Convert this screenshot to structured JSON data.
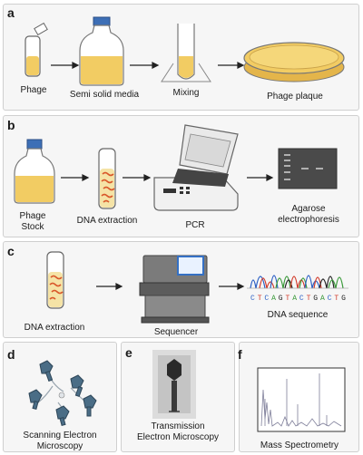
{
  "panels": {
    "a": {
      "letter": "a",
      "labels": {
        "phage": "Phage",
        "semi_solid_media": "Semi solid media",
        "mixing": "Mixing",
        "phage_plaque": "Phage plaque"
      }
    },
    "b": {
      "letter": "b",
      "labels": {
        "phage_stock_line1": "Phage",
        "phage_stock_line2": "Stock",
        "dna_extraction": "DNA extraction",
        "pcr": "PCR",
        "agarose_line1": "Agarose",
        "agarose_line2": "electrophoresis"
      }
    },
    "c": {
      "letter": "c",
      "labels": {
        "dna_extraction": "DNA extraction",
        "sequencer": "Sequencer",
        "dna_sequence": "DNA sequence"
      },
      "sequence_letters": [
        "C",
        "T",
        "C",
        "A",
        "G",
        "T",
        "A",
        "C",
        "T",
        "G",
        "A",
        "C",
        "T",
        "G"
      ]
    },
    "d": {
      "letter": "d",
      "labels": {
        "sem_line1": "Scanning Electron",
        "sem_line2": "Microscopy"
      }
    },
    "e": {
      "letter": "e",
      "labels": {
        "tem_line1": "Transmission",
        "tem_line2": "Electron Microscopy"
      }
    },
    "f": {
      "letter": "f",
      "labels": {
        "ms": "Mass Spectrometry"
      }
    }
  },
  "colors": {
    "panel_bg": "#f6f6f6",
    "media_yellow": "#f2cc63",
    "cap_blue": "#3d6fb6",
    "base_A": "#3a9a3a",
    "base_C": "#2b5fc4",
    "base_G": "#222222",
    "base_T": "#d23a2a",
    "phage_red": "#d9572a"
  }
}
